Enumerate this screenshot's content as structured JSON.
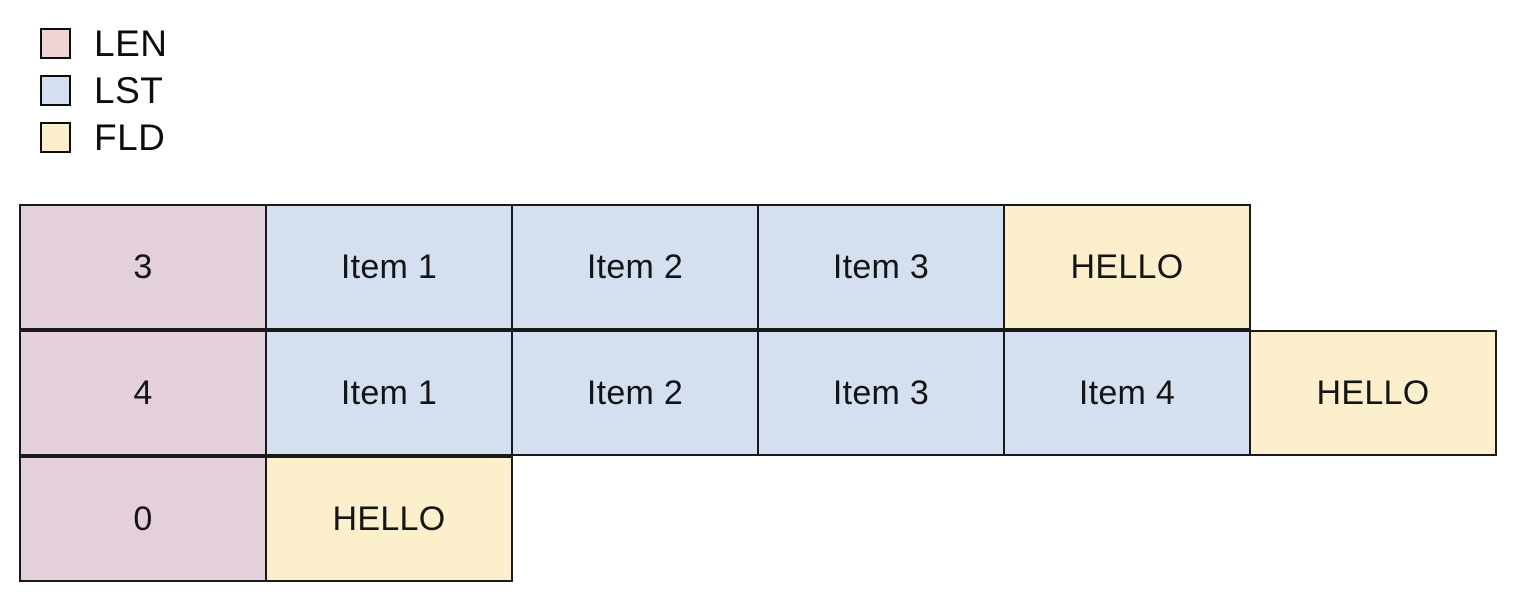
{
  "legend": {
    "items": [
      {
        "label": "LEN",
        "color": "#f0d4d4",
        "swatch_name": "legend-swatch-len"
      },
      {
        "label": "LST",
        "color": "#d4e0f0",
        "swatch_name": "legend-swatch-lst"
      },
      {
        "label": "FLD",
        "color": "#fcefcc",
        "swatch_name": "legend-swatch-fld"
      }
    ]
  },
  "palette": {
    "len_fill": "#e4d0dd",
    "lst_fill": "#d4e0f0",
    "fld_fill": "#fcefcc",
    "border": "#1a1a1a",
    "background": "#ffffff"
  },
  "table": {
    "rows": [
      {
        "cells": [
          {
            "text": "3",
            "kind": "len"
          },
          {
            "text": "Item 1",
            "kind": "lst"
          },
          {
            "text": "Item 2",
            "kind": "lst"
          },
          {
            "text": "Item 3",
            "kind": "lst"
          },
          {
            "text": "HELLO",
            "kind": "fld"
          }
        ]
      },
      {
        "cells": [
          {
            "text": "4",
            "kind": "len"
          },
          {
            "text": "Item 1",
            "kind": "lst"
          },
          {
            "text": "Item 2",
            "kind": "lst"
          },
          {
            "text": "Item 3",
            "kind": "lst"
          },
          {
            "text": "Item 4",
            "kind": "lst"
          },
          {
            "text": "HELLO",
            "kind": "fld"
          }
        ]
      },
      {
        "cells": [
          {
            "text": "0",
            "kind": "len"
          },
          {
            "text": "HELLO",
            "kind": "fld"
          }
        ]
      }
    ]
  }
}
